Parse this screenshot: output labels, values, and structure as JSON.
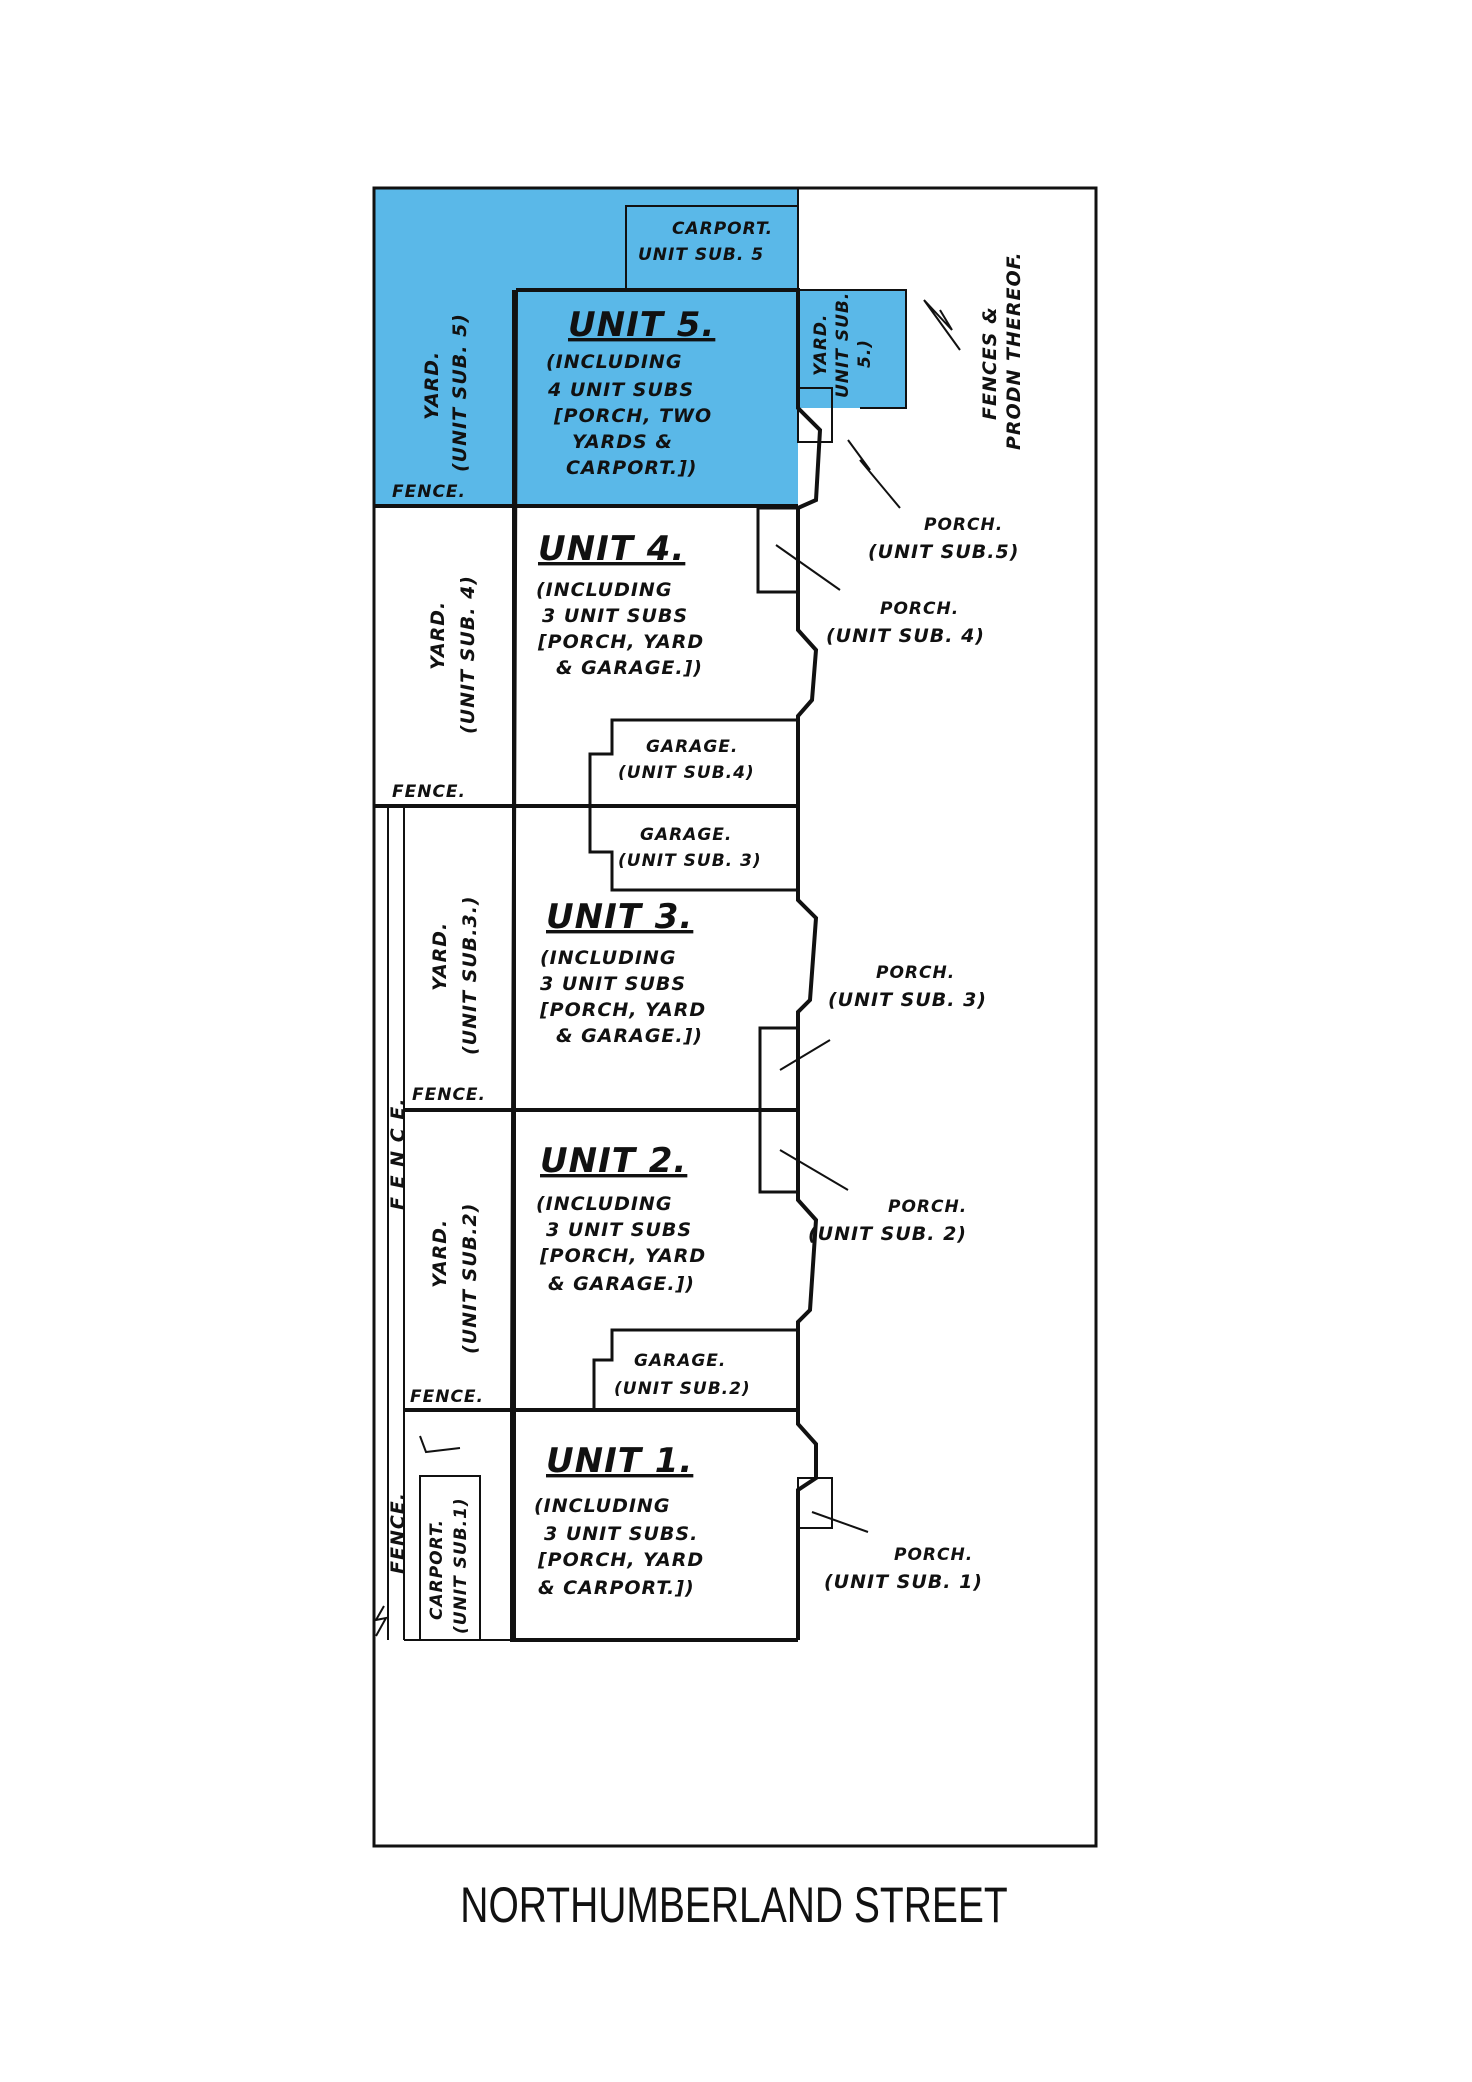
{
  "street": "NORTHUMBERLAND STREET",
  "colors": {
    "highlight": "#5ab8e8",
    "ink": "#111111"
  },
  "units": {
    "u5": {
      "title": "UNIT 5.",
      "lines": [
        "(INCLUDING",
        "4 UNIT SUBS",
        "[PORCH, TWO",
        "YARDS &",
        "CARPORT.])"
      ]
    },
    "u4": {
      "title": "UNIT 4.",
      "lines": [
        "(INCLUDING",
        "3 UNIT SUBS",
        "[PORCH, YARD",
        "& GARAGE.])"
      ]
    },
    "u3": {
      "title": "UNIT 3.",
      "lines": [
        "(INCLUDING",
        "3 UNIT SUBS",
        "[PORCH, YARD",
        "& GARAGE.])"
      ]
    },
    "u2": {
      "title": "UNIT 2.",
      "lines": [
        "(INCLUDING",
        "3 UNIT SUBS",
        "[PORCH, YARD",
        "& GARAGE.])"
      ]
    },
    "u1": {
      "title": "UNIT 1.",
      "lines": [
        "(INCLUDING",
        "3 UNIT SUBS.",
        "[PORCH, YARD",
        "& CARPORT.])"
      ]
    }
  },
  "subs": {
    "carport5": [
      "CARPORT.",
      "UNIT SUB. 5"
    ],
    "yard5_left": [
      "YARD.",
      "(UNIT SUB. 5)"
    ],
    "yard5_right": [
      "YARD.",
      "UNIT SUB.",
      "5.)"
    ],
    "yard4": [
      "YARD.",
      "(UNIT SUB. 4)"
    ],
    "yard3": [
      "YARD.",
      "(UNIT SUB.3.)"
    ],
    "yard2": [
      "YARD.",
      "(UNIT SUB.2)"
    ],
    "garage4": [
      "GARAGE.",
      "(UNIT SUB.4)"
    ],
    "garage3": [
      "GARAGE.",
      "(UNIT SUB. 3)"
    ],
    "garage2": [
      "GARAGE.",
      "(UNIT SUB.2)"
    ],
    "carport1": [
      "CARPORT.",
      "(UNIT SUB.1)"
    ],
    "porch5": [
      "PORCH.",
      "(UNIT SUB.5)"
    ],
    "porch4": [
      "PORCH.",
      "(UNIT SUB. 4)"
    ],
    "porch3": [
      "PORCH.",
      "(UNIT SUB. 3)"
    ],
    "porch2": [
      "PORCH.",
      "(UNIT SUB. 2)"
    ],
    "porch1": [
      "PORCH.",
      "(UNIT SUB. 1)"
    ]
  },
  "fence": {
    "label": "FENCE.",
    "vertical": "F E N C E.",
    "fences_note": [
      "FENCES &",
      "PRODN THEREOF."
    ]
  }
}
